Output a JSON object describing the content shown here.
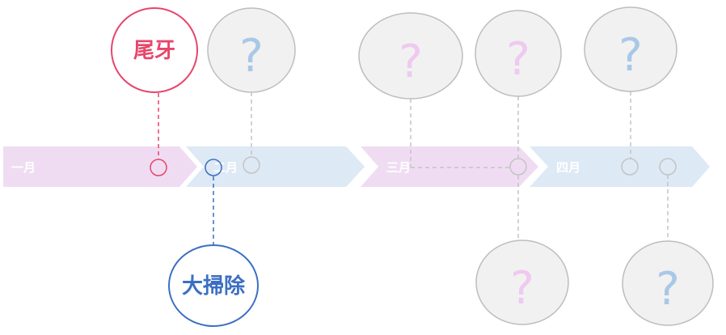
{
  "timeline": {
    "months": [
      {
        "label": "一月",
        "color": "#efdcf2"
      },
      {
        "label": "二月",
        "color": "#dde9f5"
      },
      {
        "label": "三月",
        "color": "#efdcf2"
      },
      {
        "label": "四月",
        "color": "#dde9f5"
      }
    ]
  },
  "events": [
    {
      "label": "尾牙",
      "text_color": "#e8456b",
      "border_color": "#e8456b"
    },
    {
      "label": "大掃除",
      "text_color": "#3c6fc4",
      "border_color": "#3c6fc4"
    }
  ],
  "unknowns": [
    {
      "glyph": "?",
      "color": "#a9c8e8"
    },
    {
      "glyph": "?",
      "color": "#efc9ef"
    },
    {
      "glyph": "?",
      "color": "#efc9ef"
    },
    {
      "glyph": "?",
      "color": "#a9c8e8"
    },
    {
      "glyph": "?",
      "color": "#efc9ef"
    },
    {
      "glyph": "?",
      "color": "#a9c8e8"
    }
  ],
  "colors": {
    "connector_gray": "#c4c4c4",
    "bubble_fill": "#f1f1f1",
    "bubble_border": "#bdbdbd"
  }
}
